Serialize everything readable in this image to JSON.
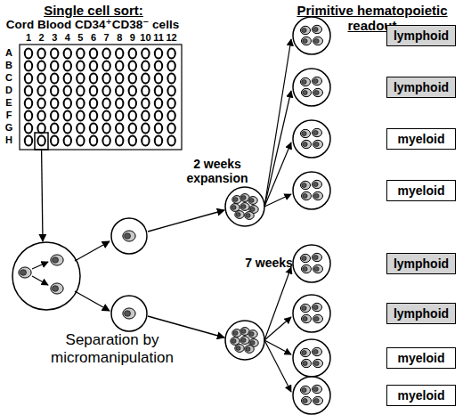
{
  "diagram": {
    "nodes": [
      {
        "text": [
          "lymphoid"
        ]
      },
      {
        "text": [
          "lymphoid"
        ]
      },
      {
        "text": [
          "myeloid"
        ]
      },
      {
        "text": [
          "myeloid"
        ]
      },
      {
        "text": [
          "lymphoid"
        ]
      },
      {
        "text": [
          "lymphoid"
        ]
      },
      {
        "text": [
          "myeloid"
        ]
      },
      {
        "text": [
          "myeloid"
        ]
      }
    ],
    "labels": [
      "Single cell sort:",
      "Cord Blood CD34⁺CD38⁻ cells",
      "1",
      "2",
      "3",
      "4",
      "5",
      "6",
      "7",
      "8",
      "9",
      "10",
      "11",
      "12",
      "A",
      "B",
      "C",
      "D",
      "E",
      "F",
      "G",
      "H",
      "Primitive hematopoietic readout",
      "2 weeks expansion",
      "7 weeks",
      "Separation by micromanipulation"
    ]
  }
}
